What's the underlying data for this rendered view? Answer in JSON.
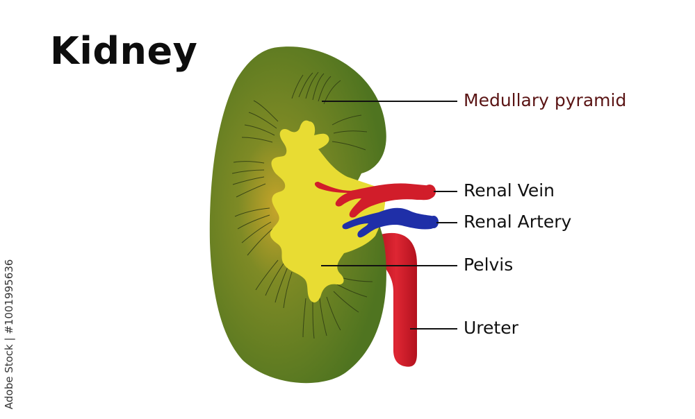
{
  "title": "Kidney",
  "labels": {
    "medullary_pyramid": "Medullary pyramid",
    "renal_vein": "Renal Vein",
    "renal_artery": "Renal Artery",
    "pelvis": "Pelvis",
    "ureter": "Ureter"
  },
  "watermark": "Adobe Stock | #1001995636",
  "colors": {
    "kidney": "#55791e",
    "pelvis": "#e8dc33",
    "vein": "#d11d2a",
    "artery": "#1f2fa8",
    "highlight_label": "#5a1414"
  }
}
